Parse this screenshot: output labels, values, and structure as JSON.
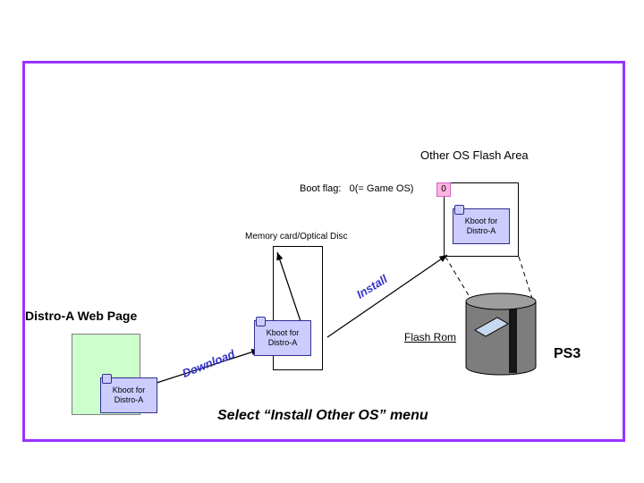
{
  "diagram": {
    "flash_area_title": "Other OS Flash Area",
    "boot_flag_label": "Boot flag:   0(= Game OS)",
    "boot_flag_value": "0",
    "memory_card_label": "Memory card/Optical Disc",
    "web_page_label": "Distro-A Web Page",
    "install_label": "Install",
    "download_label": "Download",
    "flash_rom_label": "Flash Rom",
    "ps3_label": "PS3",
    "caption": "Select “Install Other OS” menu",
    "kboot_note": {
      "line1": "Kboot for",
      "line2": "Distro-A"
    }
  },
  "colors": {
    "frame_border": "#9933ff",
    "note_fill": "#ccccff",
    "note_border": "#2f2f8f",
    "webpage_fill": "#ccffcc",
    "flag_fill": "#ffb3de",
    "flag_border": "#cc66cc",
    "action_text": "#3333cc",
    "cylinder_body": "#7d7d7d",
    "cylinder_top": "#9e9e9e"
  }
}
